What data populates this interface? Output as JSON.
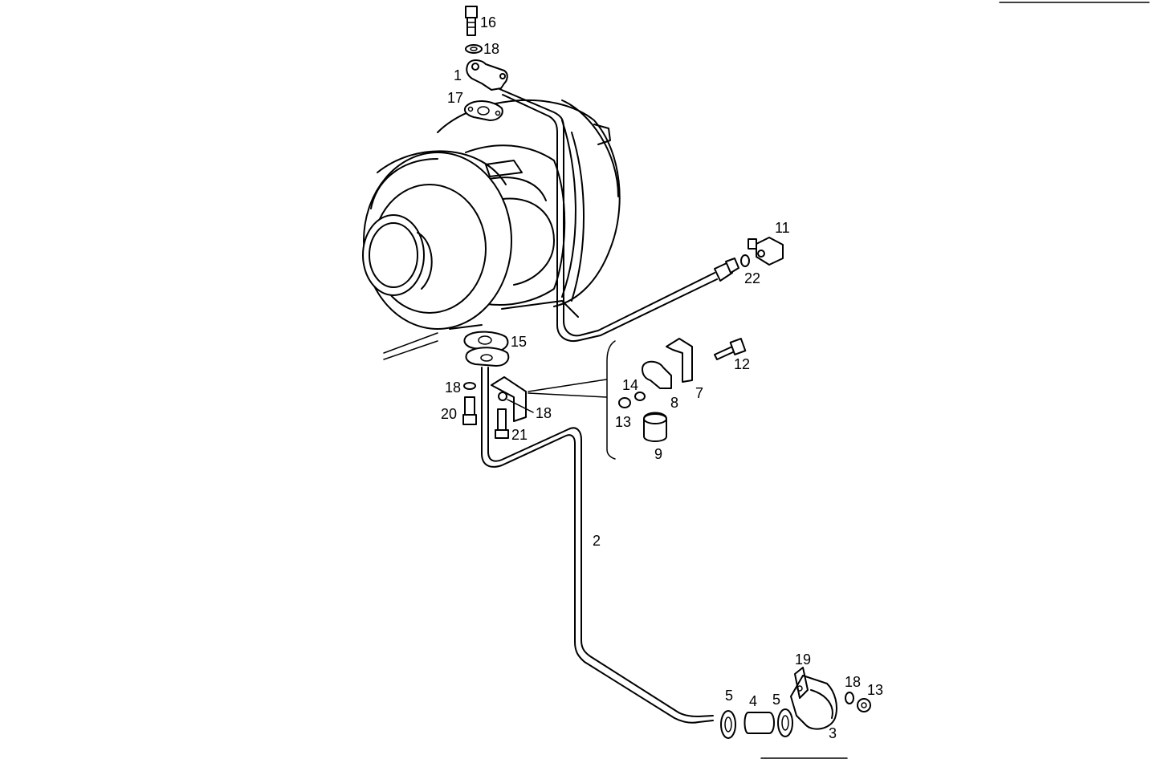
{
  "callouts": {
    "c1": "1",
    "c2": "2",
    "c3": "3",
    "c4": "4",
    "c5a": "5",
    "c5b": "5",
    "c7": "7",
    "c8": "8",
    "c9": "9",
    "c11": "11",
    "c12": "12",
    "c13a": "13",
    "c13b": "13",
    "c14": "14",
    "c15": "15",
    "c16": "16",
    "c17": "17",
    "c18a": "18",
    "c18b": "18",
    "c18c": "18",
    "c18d": "18",
    "c19": "19",
    "c20": "20",
    "c21": "21",
    "c22": "22"
  }
}
